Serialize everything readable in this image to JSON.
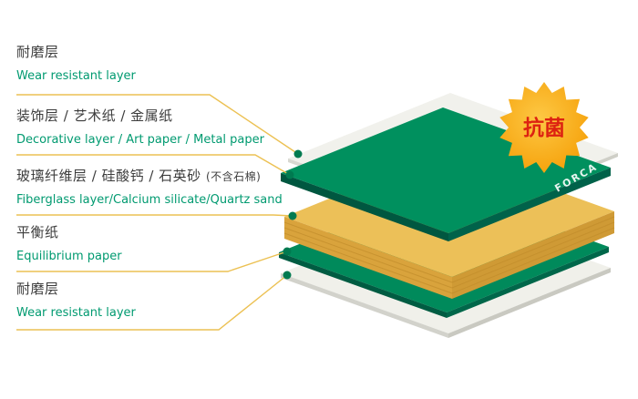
{
  "page": {
    "background": "#ffffff"
  },
  "labels": [
    {
      "zh": "耐磨层",
      "en": "Wear resistant layer"
    },
    {
      "zh": "装饰层 / 艺术纸 / 金属纸",
      "en": "Decorative layer / Art paper / Metal paper"
    },
    {
      "zh": "玻璃纤维层 / 硅酸钙 / 石英砂",
      "zh_note": "(不含石棉)",
      "en": "Fiberglass layer/Calcium silicate/Quartz sand"
    },
    {
      "zh": "平衡纸",
      "en": "Equilibrium paper"
    },
    {
      "zh": "耐磨层",
      "en": "Wear resistant layer"
    }
  ],
  "badge": {
    "label": "抗菌",
    "fill": "#f6a100",
    "text_color": "#dd2211"
  },
  "brand": {
    "label": "FORCA",
    "color": "#ffffff"
  },
  "diagram": {
    "layer_fills": {
      "wear_sheet_top": "#f1f1ec",
      "decorative_layer": "#00905e",
      "fiberglass_core": "#ecc058",
      "equilibrium_paper": "#008a5b",
      "wear_sheet_bottom": "#f0f0ea"
    },
    "leader_line_color": "#ecc153",
    "dot_color": "#007a50"
  },
  "text_colors": {
    "chinese": "#3d3d3d",
    "english": "#009a70"
  }
}
